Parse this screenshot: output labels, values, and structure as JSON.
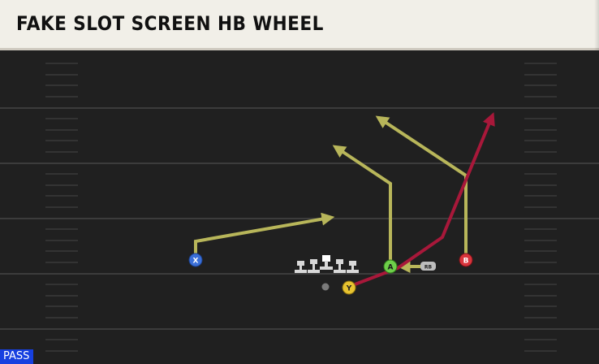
{
  "play": {
    "title": "FAKE SLOT SCREEN HB WHEEL",
    "mode": "PASS"
  },
  "players": {
    "x": {
      "label": "X",
      "color": "#3a6fd8"
    },
    "y": {
      "label": "Y",
      "color": "#e8c330"
    },
    "a": {
      "label": "A",
      "color": "#6ecf4a"
    },
    "b": {
      "label": "B",
      "color": "#d9343c"
    },
    "rb": {
      "label": "RB",
      "color": "#bdbdbd"
    }
  },
  "route_colors": {
    "primary": "#b8b65a",
    "highlight": "#a8183a"
  }
}
